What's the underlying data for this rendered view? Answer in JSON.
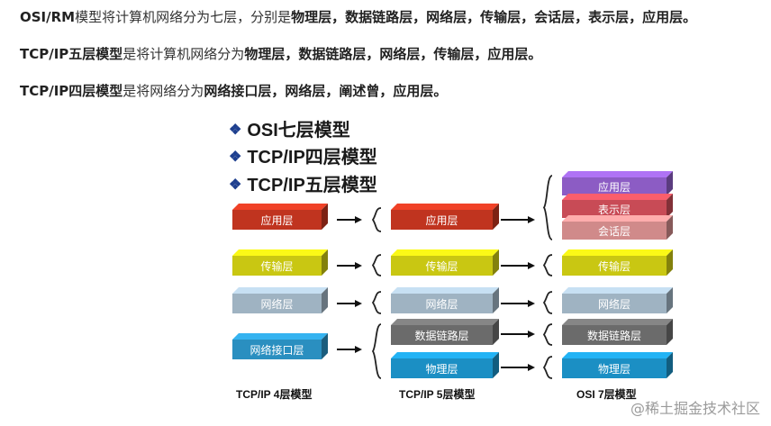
{
  "paragraphs": [
    {
      "head": "OSI/RM",
      "mid": "模型将计算机网络分为七层，分别是",
      "tail": "物理层，数据链路层，网络层，传输层，会话层，表示层，应用层。"
    },
    {
      "head": "TCP/IP五层模型",
      "mid": "是将计算机网络分为",
      "tail": "物理层，数据链路层，网络层，传输层，应用层。"
    },
    {
      "head": "TCP/IP四层模型",
      "mid": "是将网络分为",
      "tail": "网络接口层，网络层，阐述曾，应用层。"
    }
  ],
  "figure": {
    "bullets": [
      "OSI七层模型",
      "TCP/IP四层模型",
      "TCP/IP五层模型"
    ],
    "bullet_symbol": "❖",
    "columns": {
      "tcp4": {
        "label": "TCP/IP 4层模型",
        "layers": [
          "应用层",
          "传输层",
          "网络层",
          "网络接口层"
        ]
      },
      "tcp5": {
        "label": "TCP/IP 5层模型",
        "layers": [
          "应用层",
          "传输层",
          "网络层",
          "数据链路层",
          "物理层"
        ]
      },
      "osi": {
        "label": "OSI 7层模型",
        "layers": [
          "应用层",
          "表示层",
          "会话层",
          "传输层",
          "网络层",
          "数据链路层",
          "物理层"
        ]
      }
    },
    "colors": {
      "application": "#c0341f",
      "transport": "#c9c712",
      "network": "#9fb3c2",
      "datalink": "#6b6b6b",
      "physical": "#1b8fc4",
      "osi_application": "#8c5cc4",
      "osi_presentation": "#c84b56",
      "osi_session": "#d08a8a",
      "link_interface": "#2a8fc0"
    }
  },
  "watermark": "@稀土掘金技术社区"
}
